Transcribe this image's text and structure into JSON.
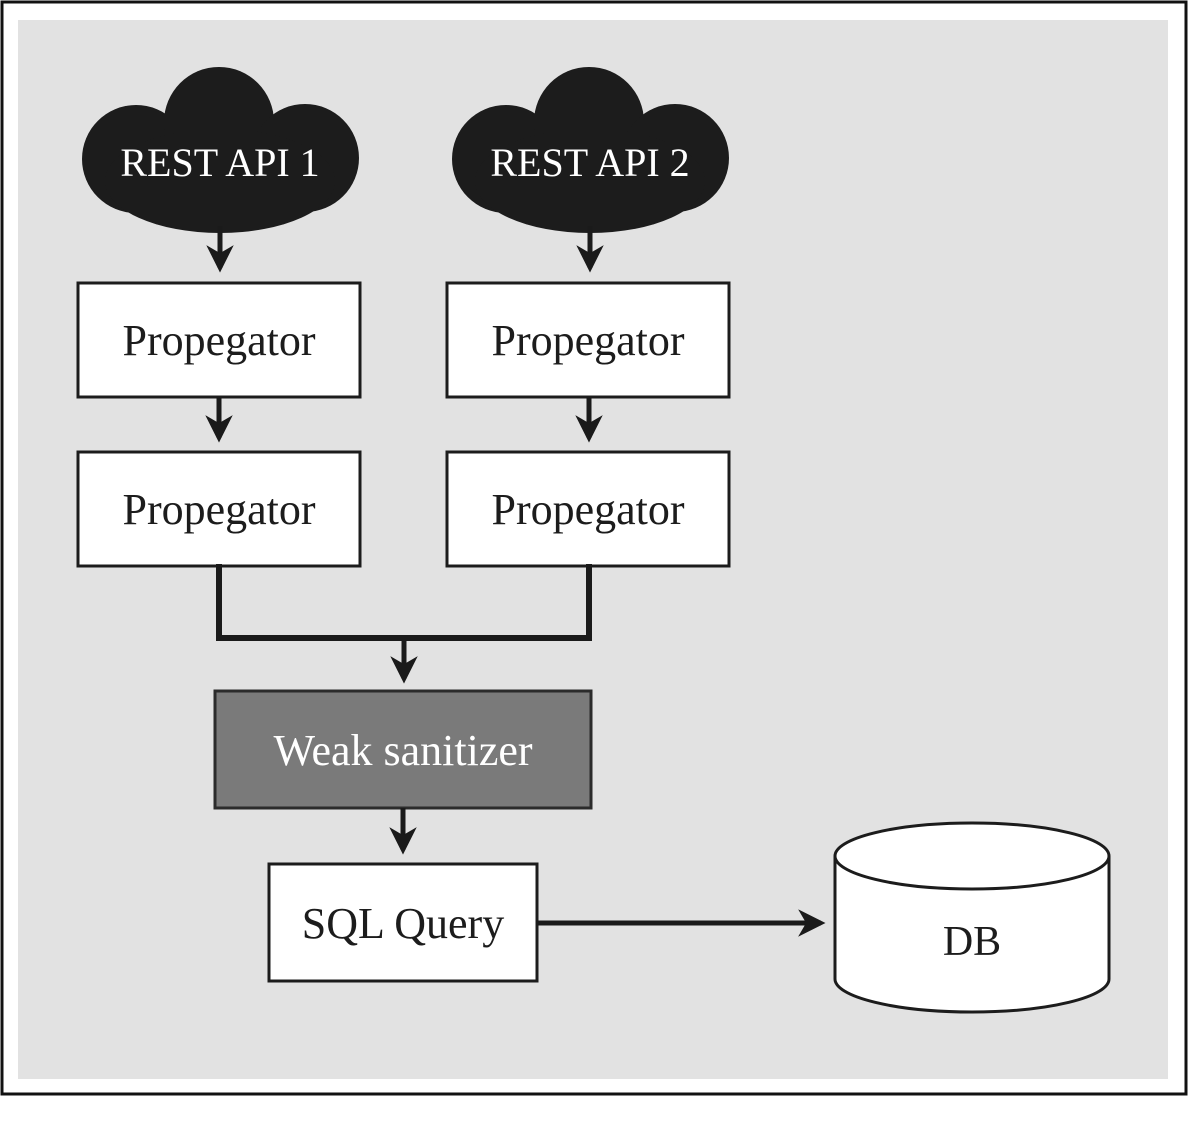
{
  "nodes": {
    "rest_api_1": {
      "label": "REST API 1"
    },
    "rest_api_2": {
      "label": "REST API 2"
    },
    "propagator_left_1": {
      "label": "Propegator"
    },
    "propagator_left_2": {
      "label": "Propegator"
    },
    "propagator_right_1": {
      "label": "Propegator"
    },
    "propagator_right_2": {
      "label": "Propegator"
    },
    "weak_sanitizer": {
      "label": "Weak sanitizer"
    },
    "sql_query": {
      "label": "SQL Query"
    },
    "db": {
      "label": "DB"
    }
  },
  "colors": {
    "page_background": "#ffffff",
    "panel_background": "#e2e2e2",
    "frame_border": "#111111",
    "cloud_fill": "#1c1c1c",
    "node_fill": "#ffffff",
    "node_border": "#1c1c1c",
    "sanitizer_fill": "#7a7a7a",
    "sanitizer_border": "#2b2b2b",
    "arrow": "#1a1a1a",
    "label_dark": "#1c1c1c",
    "label_light": "#ffffff"
  }
}
